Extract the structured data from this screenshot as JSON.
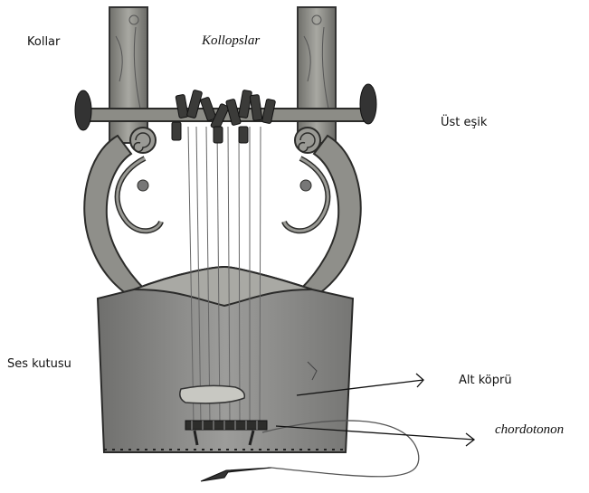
{
  "labels": {
    "kollar": "Kollar",
    "kollopslar": "Kollopslar",
    "ust_esik": "Üst eşik",
    "ses_kutusu": "Ses kutusu",
    "alt_kopru": "Alt köprü",
    "chordotonon": "chordotonon"
  },
  "colors": {
    "wood": "#8a8a84",
    "wood_dark": "#3a3a38",
    "box": "#8e8e8c",
    "string": "#6a6a6a",
    "ink": "#111111"
  }
}
